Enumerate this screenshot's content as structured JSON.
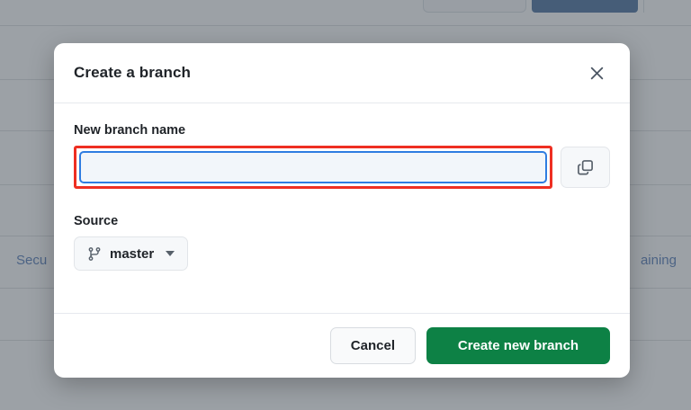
{
  "background": {
    "links": [
      {
        "name": "left-link",
        "text": "Secu"
      },
      {
        "name": "right-link",
        "text": "aining"
      }
    ]
  },
  "dialog": {
    "title": "Create a branch",
    "close_icon": "close-icon",
    "branch_name": {
      "label": "New branch name",
      "value": "",
      "placeholder": "",
      "copy_icon": "copy-icon"
    },
    "source": {
      "label": "Source",
      "icon": "git-branch-icon",
      "value": "master",
      "caret_icon": "chevron-down-icon"
    },
    "footer": {
      "cancel_label": "Cancel",
      "create_label": "Create new branch"
    }
  },
  "colors": {
    "primary_green": "#0d8145",
    "focus_blue": "#2f7de1",
    "annotation_red": "#ee2f22",
    "scrim_gray": "#606870",
    "input_background": "#f2f6fa",
    "link_blue": "#2f5ea8",
    "tab_active_blue": "#1f4e87"
  }
}
